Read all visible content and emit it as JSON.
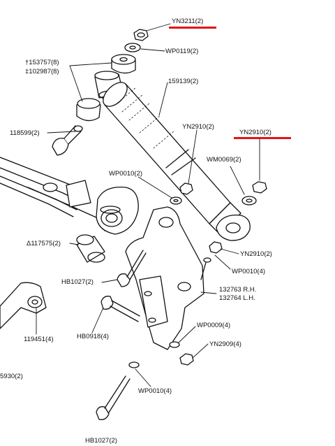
{
  "labels": {
    "yn3211": "YN3211(2)",
    "wp0119": "WP0119(2)",
    "p153757": "†153757(8)",
    "p102987": "‡102987(8)",
    "p159139": "159139(2)",
    "p118599": "118599(2)",
    "yn2910_a": "YN2910(2)",
    "yn2910_b": "YN2910(2)",
    "wm0069": "WM0069(2)",
    "wp0010_a": "WP0010(2)",
    "p117575": "Δ117575(2)",
    "yn2910_c": "YN2910(2)",
    "wp0010_b": "WP0010(4)",
    "hb1027_a": "HB1027(2)",
    "p132763": "132763  R.H.",
    "p132764": "132764  L.H.",
    "hb0918": "HB0918(4)",
    "p119451": "119451(4)",
    "wp0009": "WP0009(4)",
    "yn2909": "YN2909(4)",
    "p15930": "5930(2)",
    "wp0010_c": "WP0010(4)",
    "hb1027_b": "HB1027(2)"
  },
  "highlight_color": "#e0161a",
  "line_color": "#111111"
}
